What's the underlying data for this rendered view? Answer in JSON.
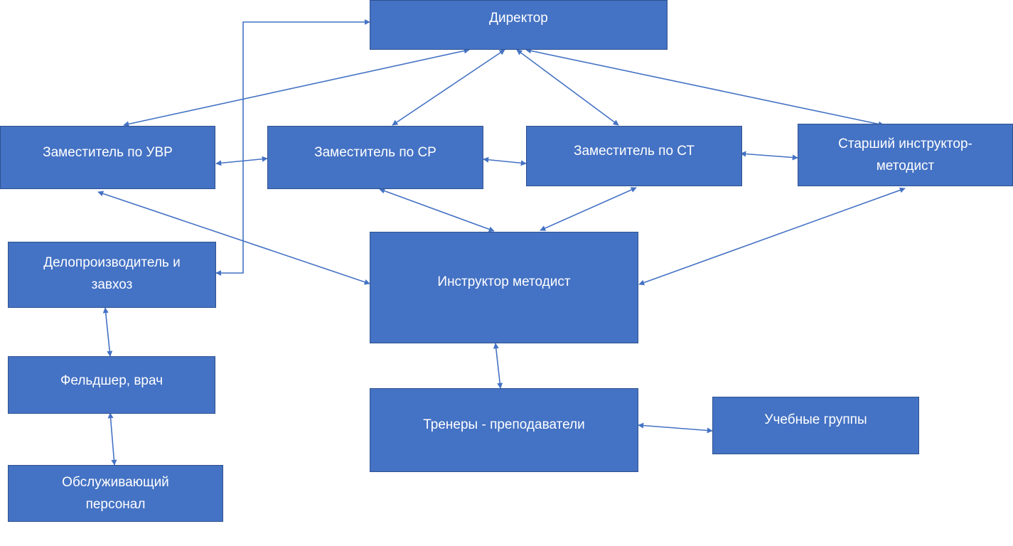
{
  "nodes": {
    "director": {
      "label": "Директор"
    },
    "deputy_uvr": {
      "label": "Заместитель по УВР"
    },
    "deputy_sr": {
      "label": "Заместитель по СР"
    },
    "deputy_st": {
      "label": "Заместитель по СТ"
    },
    "senior_instructor": {
      "label": "Старший инструктор-методист"
    },
    "clerk": {
      "label": "Делопроизводитель и завхоз"
    },
    "instructor": {
      "label": "Инструктор методист"
    },
    "medic": {
      "label": "Фельдшер, врач"
    },
    "trainers": {
      "label": "Тренеры - преподаватели"
    },
    "study_groups": {
      "label": "Учебные группы"
    },
    "service_staff": {
      "label": "Обслуживающий персонал"
    }
  },
  "colors": {
    "box_fill": "#4472c4",
    "box_border": "#2f528f",
    "text": "#ffffff",
    "connector": "#4472c4"
  }
}
